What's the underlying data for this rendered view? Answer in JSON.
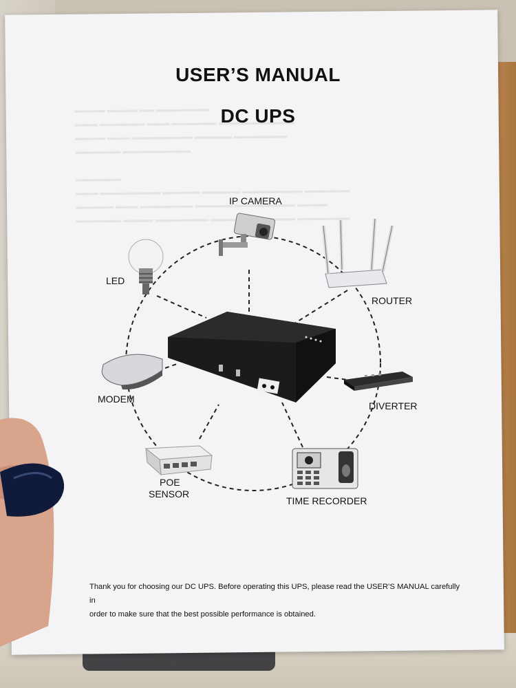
{
  "manual": {
    "title_line1": "USER’S MANUAL",
    "title_line2": "DC UPS",
    "devices": {
      "ip_camera": "IP CAMERA",
      "led": "LED",
      "router": "ROUTER",
      "modem": "MODEM",
      "diverter": "DIVERTER",
      "poe_line1": "POE",
      "poe_line2": "SENSOR",
      "time_recorder": "TIME RECORDER"
    },
    "footer_line1": "Thank you for choosing our DC UPS. Before operating this UPS, please read the USER’S MANUAL carefully in",
    "footer_line2": "order to make sure that the best possible performance is obtained."
  }
}
